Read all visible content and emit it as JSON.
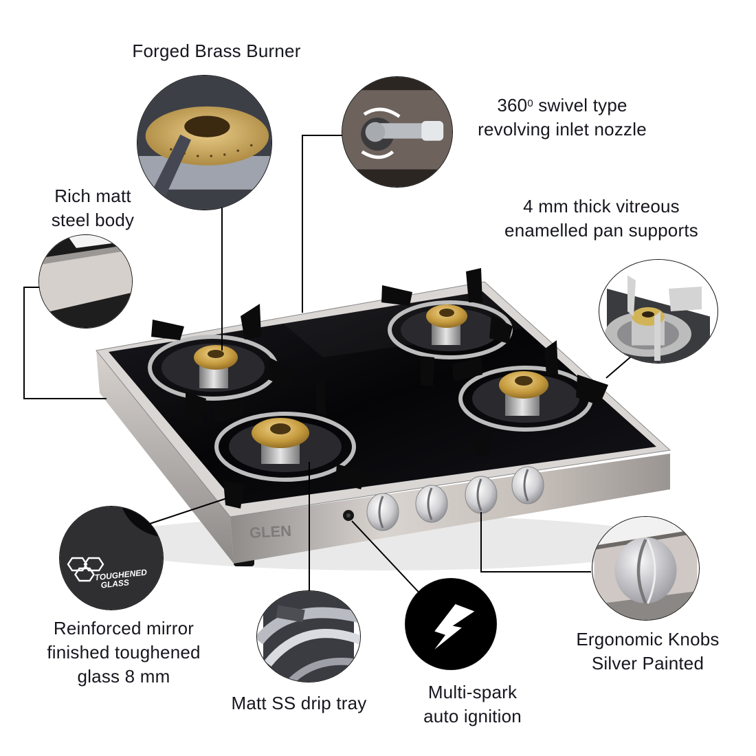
{
  "brand": "GLEN",
  "product": {
    "type": "4 burner glass top gas stove",
    "burner_count": 4,
    "knob_count": 4,
    "badge_text": [
      "TOUGHENED",
      "GLASS"
    ]
  },
  "features": [
    {
      "id": "brass-burner",
      "lines": [
        "Forged Brass Burner"
      ]
    },
    {
      "id": "swivel-nozzle",
      "lines": [
        "360",
        "0",
        " swivel type",
        "revolving inlet nozzle"
      ]
    },
    {
      "id": "steel-body",
      "lines": [
        "Rich matt",
        "steel body"
      ]
    },
    {
      "id": "pan-supports",
      "lines": [
        "4 mm thick vitreous",
        "enamelled pan supports"
      ]
    },
    {
      "id": "toughened-glass",
      "lines": [
        "Reinforced mirror",
        "finished toughened",
        "glass 8 mm"
      ]
    },
    {
      "id": "drip-tray",
      "lines": [
        "Matt SS drip tray"
      ]
    },
    {
      "id": "auto-ignition",
      "lines": [
        "Multi-spark",
        "auto ignition"
      ]
    },
    {
      "id": "knobs",
      "lines": [
        "Ergonomic Knobs",
        "Silver Painted"
      ]
    }
  ],
  "colors": {
    "text": "#16161e",
    "glass": "#0d0d10",
    "steel": "#cfc9c4",
    "brass": "#c9a24a",
    "callout_line": "#000000"
  }
}
